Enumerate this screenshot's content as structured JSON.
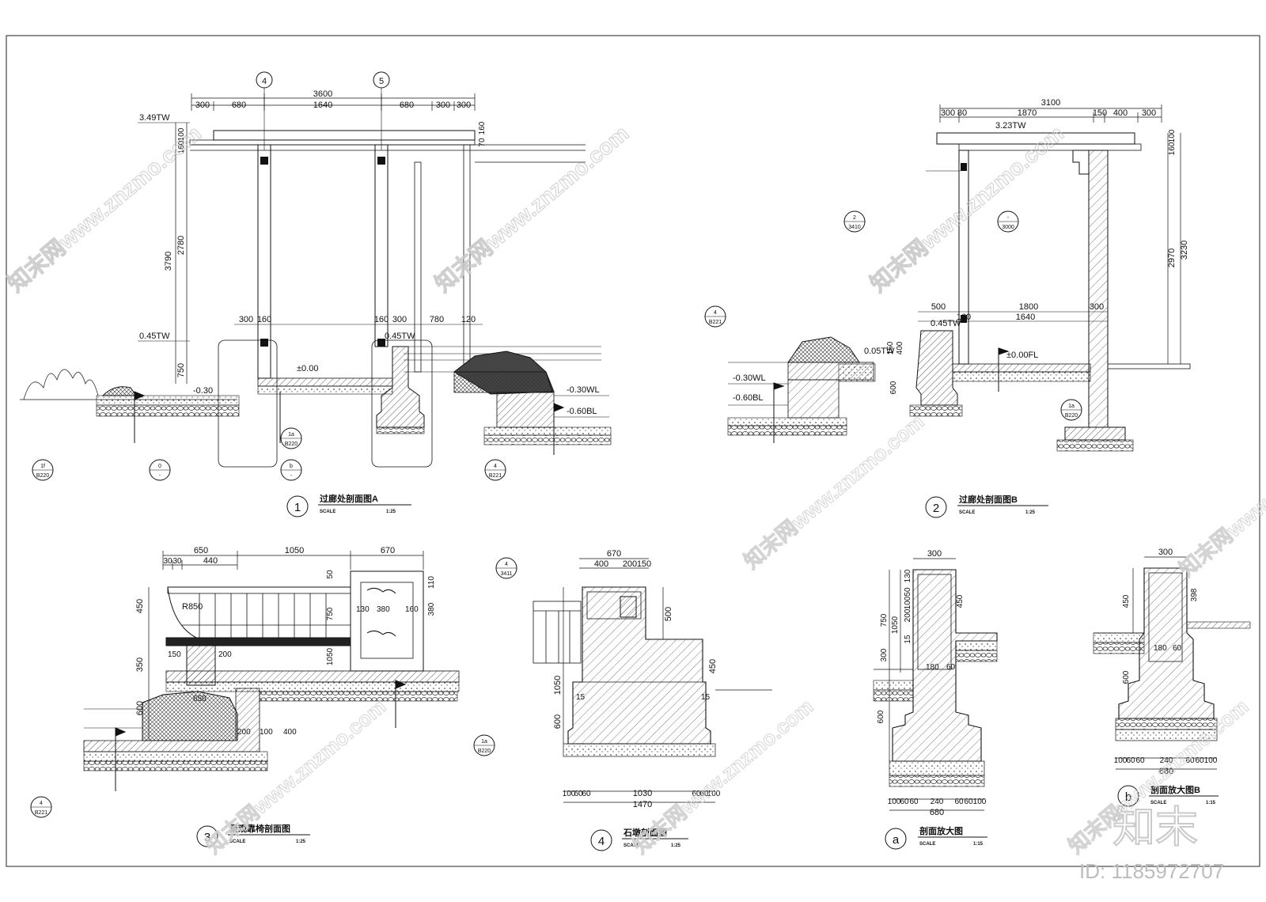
{
  "drawings": [
    {
      "number": "1",
      "title": "过廊处剖面图A",
      "scale_label": "SCALE",
      "scale_value": "1:25",
      "top_dims": [
        "300",
        "680",
        "3600",
        "1640",
        "680",
        "300",
        "300"
      ],
      "vert_dims": [
        "100",
        "160",
        "2780",
        "3790",
        "750",
        "160",
        "70"
      ],
      "mid_dims": [
        "300",
        "160",
        "160",
        "300",
        "780",
        "120"
      ],
      "levels": [
        "3.49TW",
        "0.45TW",
        "-0.30",
        "±0.00",
        "0.45TW",
        "-0.30WL",
        "-0.60BL"
      ],
      "axis_labels": [
        "4",
        "5"
      ],
      "tags": [
        {
          "top": "1f",
          "bottom": "B220"
        },
        {
          "top": "0",
          "bottom": "-"
        },
        {
          "top": "1a",
          "bottom": "B220"
        },
        {
          "top": "b",
          "bottom": "-"
        },
        {
          "top": "4",
          "bottom": "B221"
        }
      ]
    },
    {
      "number": "2",
      "title": "过廊处剖面图B",
      "scale_label": "SCALE",
      "scale_value": "1:25",
      "top_dims": [
        "3100",
        "300",
        "80",
        "1870",
        "150",
        "400",
        "300"
      ],
      "vert_dims": [
        "100",
        "160",
        "2970",
        "3230",
        "400",
        "150",
        "600"
      ],
      "mid_dims": [
        "500",
        "1800",
        "160",
        "1640",
        "300"
      ],
      "levels": [
        "3.23TW",
        "0.45TW",
        "±0.00FL",
        "0.05TW",
        "-0.30WL",
        "-0.60BL"
      ],
      "tags": [
        {
          "top": "2",
          "bottom": "3410"
        },
        {
          "top": "-",
          "bottom": "3000"
        },
        {
          "top": "4",
          "bottom": "B221"
        },
        {
          "top": "1a",
          "bottom": "B220"
        }
      ]
    },
    {
      "number": "3",
      "title": "景观靠椅剖面图",
      "scale_label": "SCALE",
      "scale_value": "1:25",
      "top_dims": [
        "650",
        "1050",
        "670",
        "30",
        "30",
        "440"
      ],
      "vert_dims": [
        "450",
        "350",
        "600",
        "50",
        "110",
        "380",
        "750",
        "1050"
      ],
      "inner_dims": [
        "R850",
        "130",
        "380",
        "160",
        "150",
        "200",
        "650",
        "200",
        "100",
        "400"
      ],
      "tags": [
        {
          "top": "4",
          "bottom": "B221"
        },
        {
          "top": "1a",
          "bottom": "B220"
        }
      ]
    },
    {
      "number": "4",
      "title": "石墩剖面图",
      "scale_label": "SCALE",
      "scale_value": "1:25",
      "top_dims": [
        "670",
        "400",
        "200",
        "150"
      ],
      "vert_dims": [
        "500",
        "450",
        "1050",
        "600"
      ],
      "bottom_dims": [
        "100",
        "60",
        "60",
        "1030",
        "60",
        "60",
        "100",
        "1470"
      ],
      "inner_dims": [
        "15",
        "15"
      ],
      "tags": [
        {
          "top": "4",
          "bottom": "3411"
        }
      ]
    },
    {
      "number": "a",
      "title": "剖面放大图",
      "scale_label": "SCALE",
      "scale_value": "1:15",
      "top_dims": [
        "300"
      ],
      "vert_dims": [
        "130",
        "50",
        "100",
        "200",
        "450",
        "750",
        "1050",
        "300",
        "600",
        "15"
      ],
      "inner_dims": [
        "180",
        "60"
      ],
      "bottom_dims": [
        "100",
        "60",
        "60",
        "240",
        "60",
        "60",
        "100",
        "680"
      ]
    },
    {
      "number": "b",
      "title": "剖面放大图B",
      "scale_label": "SCALE",
      "scale_value": "1:15",
      "top_dims": [
        "300"
      ],
      "vert_dims": [
        "450",
        "398",
        "600"
      ],
      "inner_dims": [
        "180",
        "60"
      ],
      "bottom_dims": [
        "100",
        "60",
        "60",
        "240",
        "60",
        "60",
        "100",
        "680"
      ]
    }
  ],
  "watermark": {
    "brand": "知末网www.znzmo.com",
    "logo": "知末",
    "id_text": "ID: 1185972707"
  },
  "colors": {
    "line": "#111111",
    "hatch": "#333333",
    "watermark": "#c8c8c8"
  }
}
